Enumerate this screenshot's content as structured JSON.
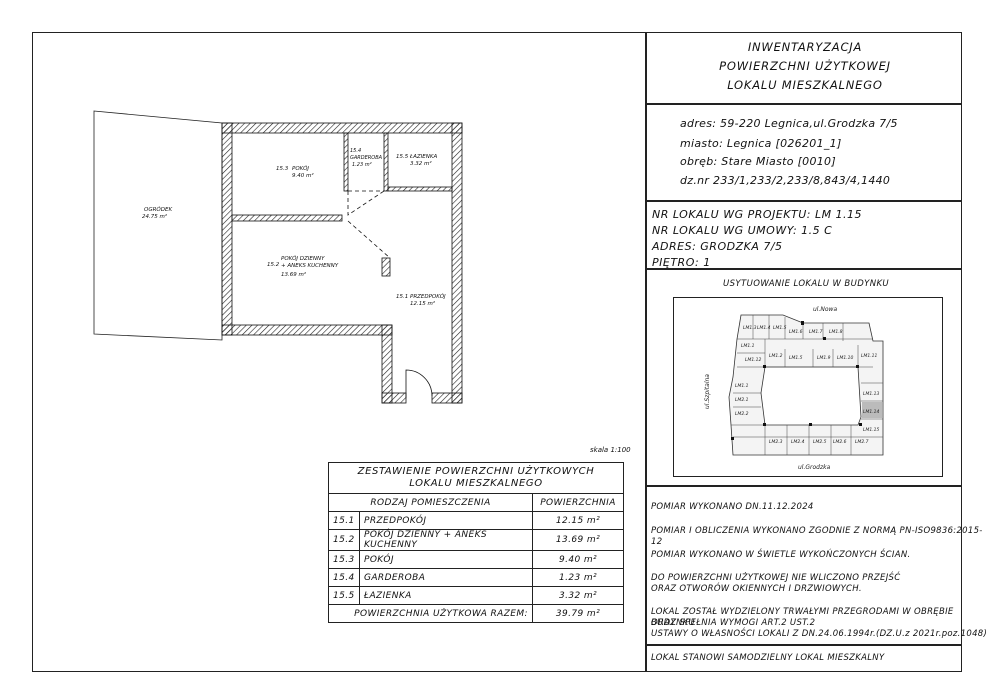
{
  "title_block": {
    "line1": "INWENTARYZACJA",
    "line2": "POWIERZCHNI UŻYTKOWEJ",
    "line3": "LOKALU MIESZKALNEGO"
  },
  "address": {
    "adres": "adres: 59-220 Legnica,ul.Grodzka 7/5",
    "miasto": "miasto: Legnica [026201_1]",
    "obreb": "obręb: Stare Miasto [0010]",
    "dzialka": "dz.nr 233/1,233/2,233/8,843/4,1440"
  },
  "unit_info": {
    "nr_projekt": "NR LOKALU WG PROJEKTU: LM 1.15",
    "nr_umowy": "NR LOKALU WG UMOWY: 1.5 C",
    "adres": "ADRES: GRODZKA 7/5",
    "pietro": "PIĘTRO: 1"
  },
  "location_map": {
    "title": "USYTUOWANIE LOKALU W BUDYNKU",
    "street_top": "ul.Nowa",
    "street_left": "ul.Szpitalna",
    "street_bottom": "ul.Grodzka",
    "units_top": [
      "LM1.3",
      "LM1.4",
      "LM1.5",
      "LM1.6",
      "LM1.7",
      "LM1.8"
    ],
    "units_mid": [
      "LM1.1",
      "LM1.2",
      "LM1.5",
      "LM1.9",
      "LM1.10",
      "LM1.11",
      "LM1.12"
    ],
    "units_left": [
      "LM1.1",
      "LM2.1",
      "LM2.2"
    ],
    "units_right": [
      "LM1.13",
      "LM1.14",
      "LM1.15"
    ],
    "units_bottom": [
      "LM2.3",
      "LM2.4",
      "LM2.5",
      "LM2.6",
      "LM2.7"
    ]
  },
  "notes": [
    "POMIAR WYKONANO DN.11.12.2024",
    "POMIAR I OBLICZENIA WYKONANO ZGODNIE Z NORMĄ PN-ISO9836:2015-12",
    "POMIAR WYKONANO W ŚWIETLE WYKOŃCZONYCH ŚCIAN.",
    "DO POWIERZCHNI UŻYTKOWEJ NIE WLICZONO PRZEJŚĆ",
    "ORAZ OTWORÓW OKIENNYCH I DRZWIOWYCH.",
    "LOKAL ZOSTAŁ WYDZIELONY TRWAŁYMI PRZEGRODAMI W OBRĘBIE BUDYNKU",
    "ORAZ SPEŁNIA WYMOGI ART.2 UST.2",
    "USTAWY O WŁASNOŚCI LOKALI Z DN.24.06.1994r.(DZ.U.z 2021r.poz.1048)",
    "LOKAL STANOWI SAMODZIELNY LOKAL MIESZKALNY"
  ],
  "rooms_table": {
    "title1": "ZESTAWIENIE POWIERZCHNI UŻYTKOWYCH",
    "title2": "LOKALU MIESZKALNEGO",
    "col_type": "RODZAJ POMIESZCZENIA",
    "col_area": "POWIERZCHNIA",
    "rows": [
      {
        "nr": "15.1",
        "name": "PRZEDPOKÓJ",
        "area": "12.15 m²"
      },
      {
        "nr": "15.2",
        "name": "POKÓJ DZIENNY + ANEKS KUCHENNY",
        "area": "13.69 m²"
      },
      {
        "nr": "15.3",
        "name": "POKÓJ",
        "area": "9.40 m²"
      },
      {
        "nr": "15.4",
        "name": "GARDEROBA",
        "area": "1.23 m²"
      },
      {
        "nr": "15.5",
        "name": "ŁAZIENKA",
        "area": "3.32 m²"
      }
    ],
    "total_label": "POWIERZCHNIA UŻYTKOWA RAZEM:",
    "total_value": "39.79 m²"
  },
  "scale": "skala 1:100",
  "plan_labels": {
    "ogrodek_name": "OGRÓDEK",
    "ogrodek_area": "24.75 m²",
    "r153_nr": "15.3",
    "r153_name": "POKÓJ",
    "r153_area": "9.40 m²",
    "r154_nr": "15.4",
    "r154_name": "GARDEROBA",
    "r154_area": "1.23 m²",
    "r155_nr": "15.5",
    "r155_name": "ŁAZIENKA",
    "r155_area": "3.32 m²",
    "r152_nr": "15.2",
    "r152_name1": "POKÓJ DZIENNY",
    "r152_name2": "+ ANEKS KUCHENNY",
    "r152_area": "13.69 m²",
    "r151_nr": "15.1",
    "r151_name": "PRZEDPOKÓJ",
    "r151_area": "12.15 m²"
  }
}
